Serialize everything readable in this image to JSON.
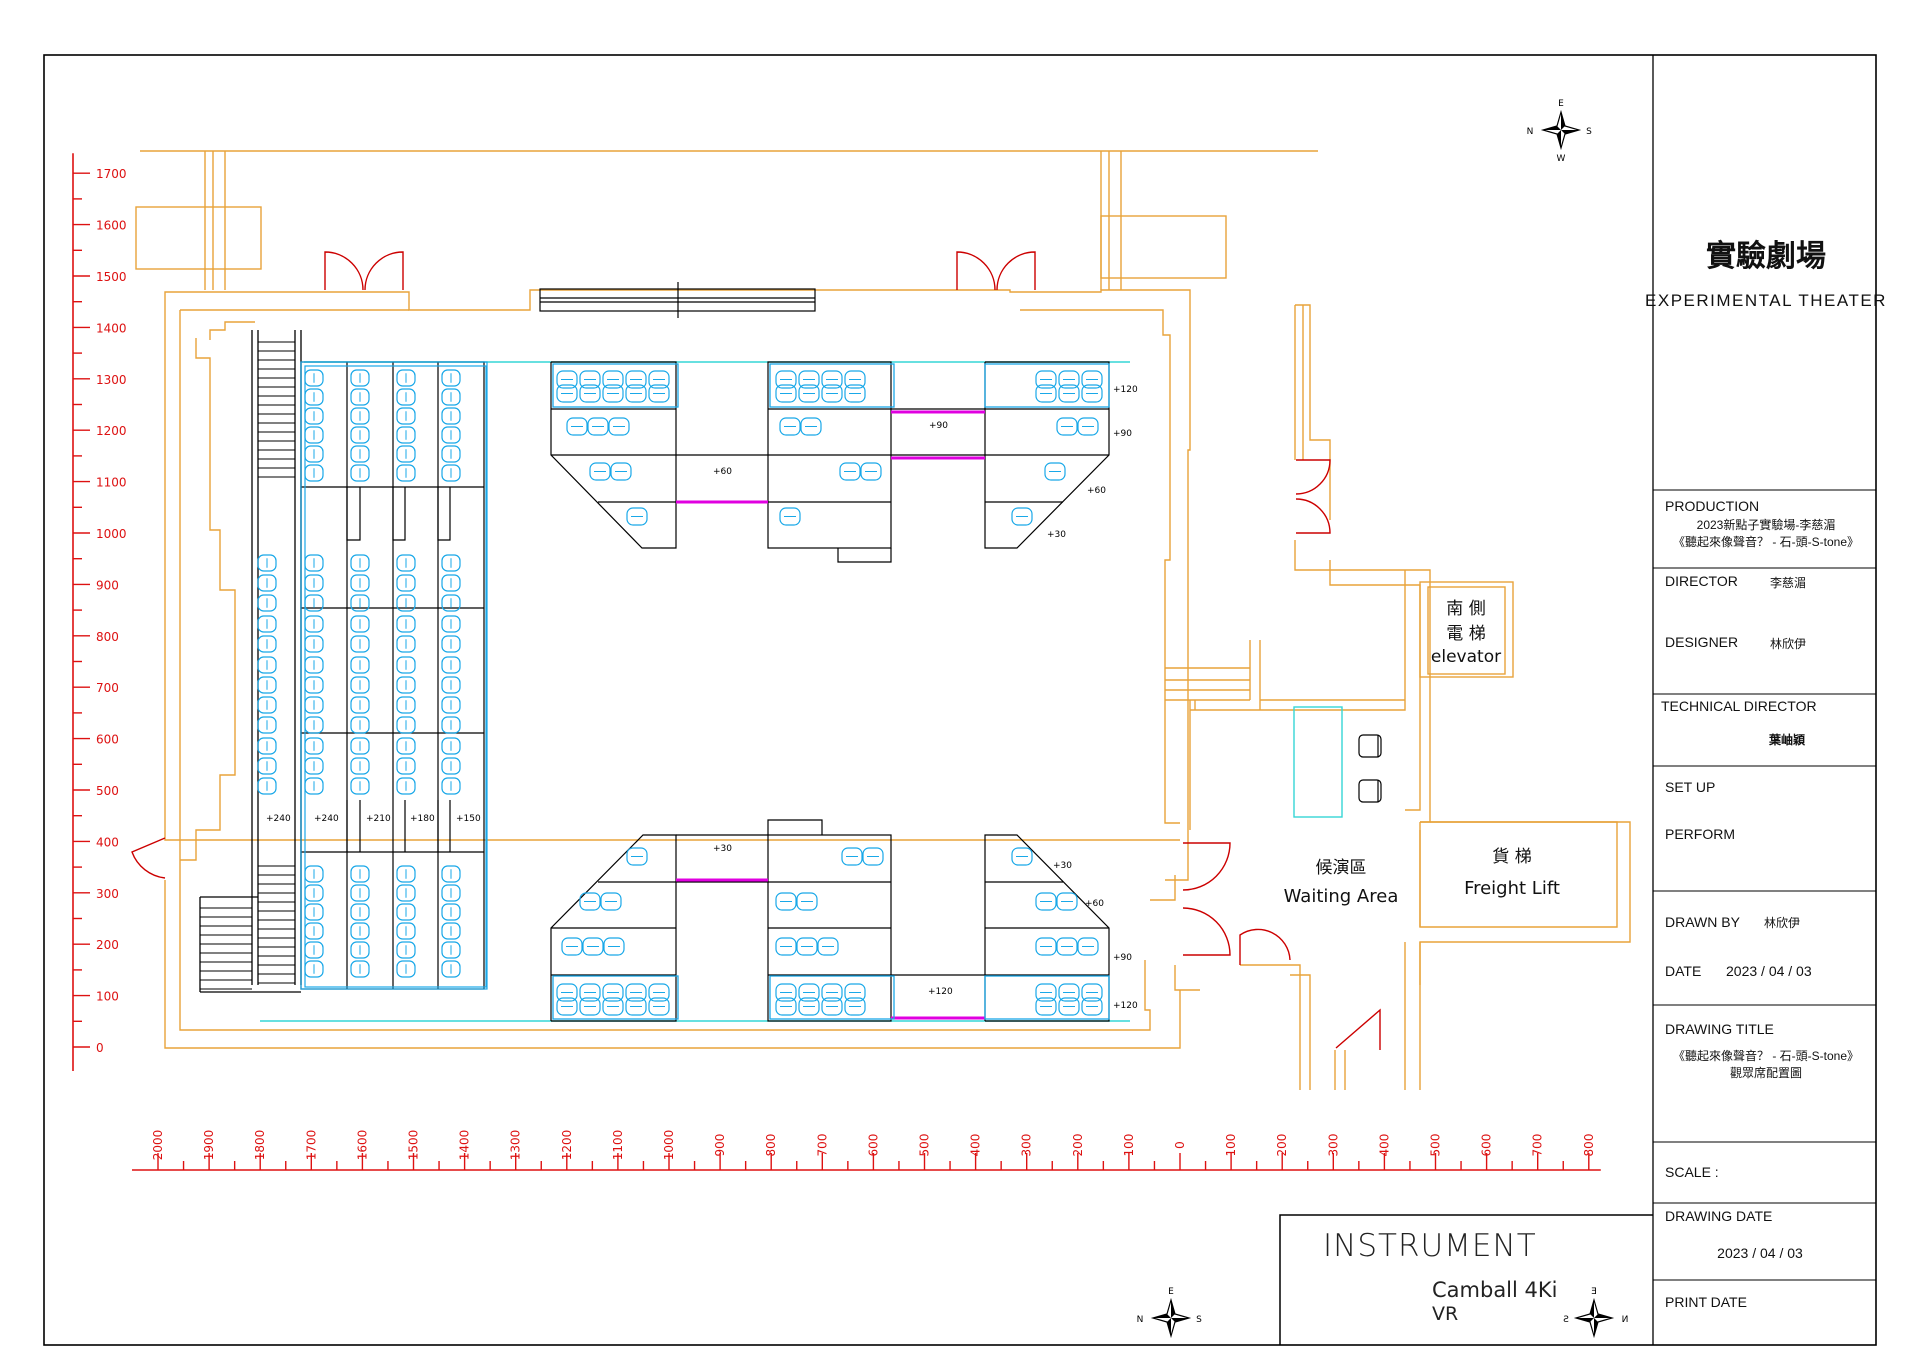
{
  "title_block": {
    "venue_cn": "實驗劇場",
    "venue_en": "EXPERIMENTAL THEATER",
    "production_label": "PRODUCTION",
    "production_line1": "2023新點子實驗場-李慈湄",
    "production_line2": "《聽起來像聲音？ - 石-頭-S-tone》",
    "director_label": "DIRECTOR",
    "director_value": "李慈湄",
    "designer_label": "DESIGNER",
    "designer_value": "林欣伊",
    "technical_director_label": "TECHNICAL DIRECTOR",
    "technical_director_value": "葉岫穎",
    "setup_label": "SET UP",
    "perform_label": "PERFORM",
    "drawn_by_label": "DRAWN BY",
    "drawn_by_value": "林欣伊",
    "date_label": "DATE",
    "date_value": "2023 / 04 / 03",
    "drawing_title_label": "DRAWING TITLE",
    "drawing_title_line1": "《聽起來像聲音？ - 石-頭-S-tone》",
    "drawing_title_line2": "觀眾席配置圖",
    "scale_label": "SCALE :",
    "drawing_date_label": "DRAWING DATE",
    "drawing_date_value": "2023 / 04 / 03",
    "print_date_label": "PRINT DATE"
  },
  "instrument": {
    "label": "INSTRUMENT",
    "line1": "Camball 4Ki",
    "line2": "VR"
  },
  "rooms": {
    "elevator_cn1": "南 側",
    "elevator_cn2": "電 梯",
    "elevator_en": "elevator",
    "freight_cn": "貨 梯",
    "freight_en": "Freight Lift",
    "waiting_cn": "候演區",
    "waiting_en": "Waiting Area"
  },
  "compass": {
    "n": "N",
    "s": "S",
    "e": "E",
    "w": "W"
  },
  "left_ruler_labels": [
    "0",
    "100",
    "200",
    "300",
    "400",
    "500",
    "600",
    "700",
    "800",
    "900",
    "1000",
    "1100",
    "1200",
    "1300",
    "1400",
    "1500",
    "1600",
    "1700"
  ],
  "bottom_ruler_labels": [
    "2000",
    "1900",
    "1800",
    "1700",
    "1600",
    "1500",
    "1400",
    "1300",
    "1200",
    "1100",
    "1000",
    "900",
    "800",
    "700",
    "600",
    "500",
    "400",
    "300",
    "200",
    "100",
    "0",
    "100",
    "200",
    "300",
    "400",
    "500",
    "600",
    "700",
    "800"
  ],
  "riser_heights_left": [
    "+240",
    "+240",
    "+210",
    "+180",
    "+150"
  ],
  "riser_heights_top": [
    "+120",
    "+90",
    "+90",
    "+60",
    "+60",
    "+30"
  ],
  "riser_heights_bottom": [
    "+30",
    "+30",
    "+60",
    "+90",
    "+120",
    "+120"
  ],
  "colors": {
    "frame": "#000000",
    "walls": "#e8a33a",
    "doors": "#cc0000",
    "ruler": "#dd1111",
    "seats": "#19a8e8",
    "stage_edge": "#35d6d6",
    "magenta": "#e000e0",
    "risers": "#000000"
  }
}
